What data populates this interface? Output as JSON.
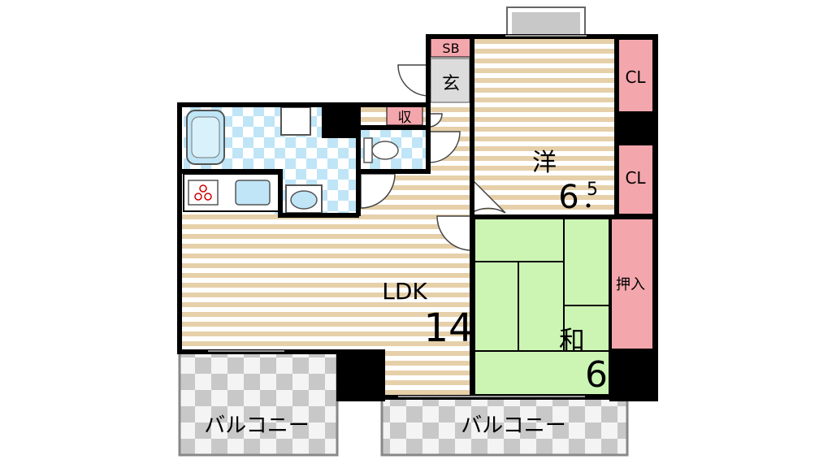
{
  "rooms": {
    "ldk": {
      "name": "LDK",
      "size": "14"
    },
    "western": {
      "name": "洋",
      "size_main": "6",
      "size_frac": "5"
    },
    "japanese": {
      "name": "和",
      "size": "6"
    }
  },
  "storage": {
    "cl_top": "CL",
    "cl_mid": "CL",
    "oshiire": "押入",
    "shoe_box": "SB",
    "storage_small": "収"
  },
  "entrance": "玄",
  "balconies": {
    "left": "バルコニー",
    "right": "バルコニー"
  },
  "colors": {
    "wall": "#000000",
    "floor_stripe_a": "#e6d0aa",
    "floor_stripe_b": "#ffffff",
    "tatami": "#ccf5b3",
    "closet": "#f4a6ad",
    "wet_tile": "#bfe5f7",
    "balcony_tile": "#c8c8c8"
  }
}
